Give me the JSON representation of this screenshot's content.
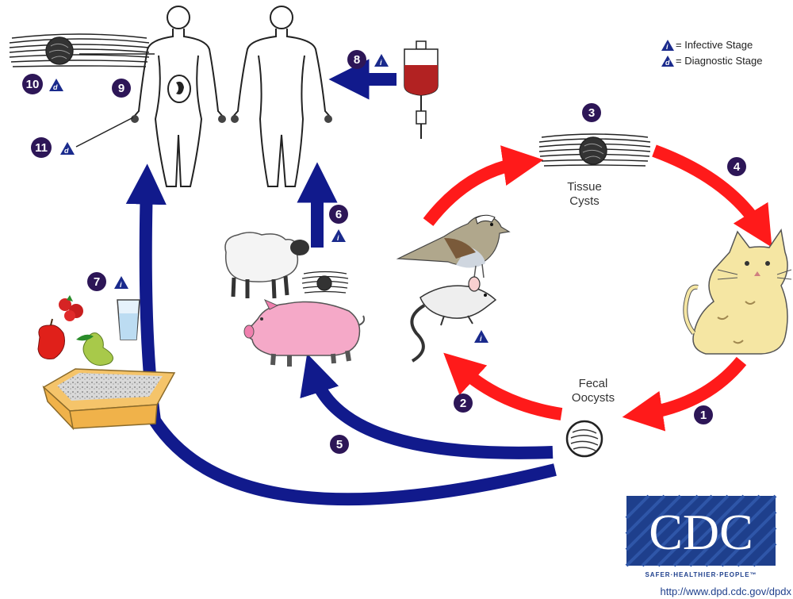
{
  "legend": {
    "infective_symbol": "i",
    "infective_text": "= Infective Stage",
    "diagnostic_symbol": "d",
    "diagnostic_text": "= Diagnostic Stage"
  },
  "labels": {
    "tissue_cysts_line1": "Tissue",
    "tissue_cysts_line2": "Cysts",
    "fecal_oocysts_line1": "Fecal",
    "fecal_oocysts_line2": "Oocysts"
  },
  "steps": [
    "1",
    "2",
    "3",
    "4",
    "5",
    "6",
    "7",
    "8",
    "9",
    "10",
    "11"
  ],
  "logo": {
    "text": "CDC",
    "tagline": "SAFER·HEALTHIER·PEOPLE™"
  },
  "source_url": "http://www.dpd.cdc.gov/dpdx",
  "colors": {
    "red_arrow": "#ff1a1a",
    "blue_arrow": "#111a8c",
    "badge": "#2d1657",
    "triangle": "#1a2a8c",
    "cdc_blue": "#1e3f8c",
    "blood": "#b22222",
    "pig": "#f5a9c8",
    "cat": "#f5e6a3"
  },
  "icons": [
    "human-female-icon",
    "human-male-icon",
    "blood-bag-icon",
    "tissue-cyst-icon",
    "bird-icon",
    "mouse-icon",
    "cat-icon",
    "sheep-icon",
    "pig-icon",
    "oocyst-icon",
    "fruit-icon",
    "water-glass-icon",
    "litter-box-icon",
    "fetus-icon"
  ]
}
